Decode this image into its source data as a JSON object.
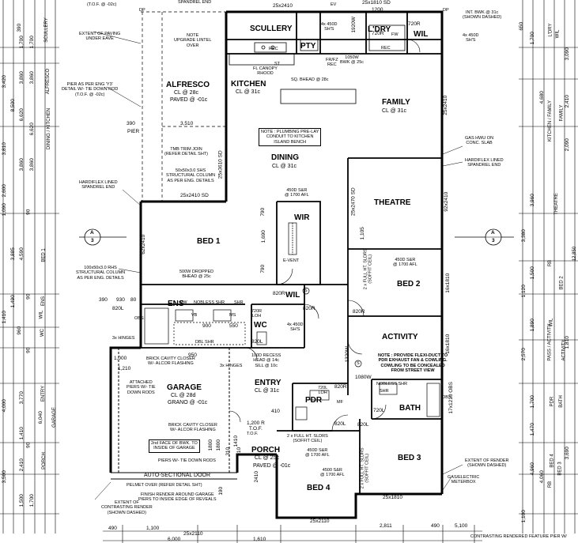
{
  "rooms": {
    "scullery": {
      "name": "SCULLERY"
    },
    "pty": {
      "name": "PTY"
    },
    "ldry": {
      "name": "L'DRY"
    },
    "wil_top": {
      "name": "WIL"
    },
    "alfresco": {
      "name": "ALFRESCO",
      "cl": "CL @ 28c",
      "finish": "PAVED @ -01c"
    },
    "kitchen": {
      "name": "KITCHEN",
      "cl": "CL @ 31c"
    },
    "family": {
      "name": "FAMILY",
      "cl": "CL @ 31c"
    },
    "dining": {
      "name": "DINING",
      "cl": "CL @ 31c"
    },
    "theatre": {
      "name": "THEATRE"
    },
    "bed1": {
      "name": "BED 1"
    },
    "wir": {
      "name": "WIR"
    },
    "bed2": {
      "name": "BED 2"
    },
    "ens": {
      "name": "ENS"
    },
    "wil_mid": {
      "name": "WIL"
    },
    "wc": {
      "name": "WC"
    },
    "activity": {
      "name": "ACTIVITY"
    },
    "garage": {
      "name": "GARAGE",
      "cl": "CL @ 28d",
      "finish": "GRANO @ -01c"
    },
    "entry": {
      "name": "ENTRY",
      "cl": "CL @ 31c"
    },
    "pdr": {
      "name": "PDR"
    },
    "bath": {
      "name": "BATH"
    },
    "porch": {
      "name": "PORCH",
      "cl": "CL @ 25c",
      "finish": "PAVED @ -01c"
    },
    "bed4": {
      "name": "BED 4"
    },
    "bed3": {
      "name": "BED 3"
    }
  },
  "notes": {
    "tof_top": "(T.O.F. @ -02c)",
    "spandrel_top": "SPANDREL END",
    "extent_paving": "EXTENT OF PAVING\nUNDER EAVE",
    "upgrade_lintel": "NOTE\nUPGRADE LINTEL\nOVER",
    "pier_eng": "PIER AS PER ENG 'Y3'\nDETAIL W/- TIE DOWN ROD\n(T.O.F. @ -02c)",
    "pier": "PIER",
    "tmb_trim": "TMB TRIM JOIN\n(REFER DETAIL SHT)",
    "shs_column": "50x50x3.0 SHS\nSTRUCTURAL COLUMN\nAS PER ENG. DETAILS",
    "hardiflex_left": "HARDIFLEX LINED\nSPANDREL END",
    "rhs_column": "100x50x3.0 RHS\nSTRUCTURAL COLUMN\nAS PER ENG. DETAILS",
    "dropped_bhead": "500W DROPPED\nBHEAD @ 25c",
    "plumbing": "NOTE : PLUMBING PRE-LAY\nCONDUIT TO KITCHEN\nISLAND BENCH",
    "fl_canopy": "FL CANOPY\nRHOOD",
    "sq_bhead": "SQ. BHEAD @ 28c",
    "bwk_1050": "1050W\nBWK @ 25c",
    "int_bwk": "INT. BWK @ 31c\n(SHOWN DASHED)",
    "shs_450d_top": "4x 450D\nSH'S",
    "shs_450d_right": "4x 450D\nSH'S",
    "shs_450d_wil": "4x 450D\nSH'S",
    "gas_hwu": "GAS HWU ON\nCONC. SLAB",
    "hardiflex_right": "HARDIFLEX LINED\nSPANDREL END",
    "sr_450d_wir": "450D S&R\n@ 1700 AFL",
    "sr_450d_bed2": "450D S&R\n@ 1700 AFL",
    "sldrs_bed2": "2 x FULL HT. SLDRS\n(SOFFIT CEIL)",
    "e_vent": "E-VENT",
    "exhaust": "NOTE : PROVIDE FLEXI-DUCT TO\nPDR EXHAUST FAN & COWLING.\nCOWLING TO BE CONCEALED\nFROM STREET VIEW",
    "brick_closer_1": "BRICK CAVITY CLOSER\nW/- ALCOR FLASHING",
    "hinges_3x_left": "3x HINGES",
    "hinges_3x": "3x HINGES",
    "recess_head": "100D RECESS\nHEAD @ 14c\nSILL @ 10c",
    "attached_piers": "ATTACHED\nPIERS W/- TIE\nDOWN RODS",
    "brick_closer_2": "BRICK CAVITY CLOSER\nW/- ALCOR FLASHING",
    "second_face": "2nd FACE OF BWK. TO\nINSIDE OF GARAGE",
    "piers_tie": "PIERS W/- TIE DOWN RODS",
    "auto_door": "AUTO-SECTIONAL DOOR",
    "pelmet": "PELMET OVER (REFER DETAIL SHT)",
    "finish_render": "FINISH RENDER AROUND GARAGE\nPIERS TO INSIDE EDGE OF REVEALS",
    "extent_contrast_left": "EXTENT OF\nCONTRASTING RENDER\n(SHOWN DASHED)",
    "sldrs_porch": "2 x FULL HT. SLDRS\n(SOFFIT CEIL)",
    "sr_450d_porch": "450D S&R\n@ 1700 AFL",
    "sr_4500_bed4": "4500 S&R\n@ 1700 AFL",
    "sldrs_bed3": "2 x FULL HT. SLDRS\n(SOFFIT CEIL)",
    "extent_render_right": "EXTENT OF RENDER\n(SHOWN DASHED)",
    "gas_meter": "GAS/ELECTRIC\nMETERBOX",
    "contrast_bottom": "CONTRASTING RENDERED FEATURE PIER W/",
    "tof": "T.O.F.",
    "dbl_shr": "DBL SHR",
    "shr_left": "SHR",
    "shr_right": "SHR",
    "fw": "FW",
    "noless_shr": "NOBLESS SHR",
    "noless_bath": "NOBLESS SHR",
    "obs_left": "OBS",
    "obs_right": "OBS",
    "dp_top": "DP",
    "dp_top2": "DP",
    "ev": "EV",
    "frfz": "FR/FZ\nREC",
    "rec1": "REC",
    "rec2": "REC",
    "st": "ST",
    "fw_ldry": "FW",
    "mf": "MF",
    "v_lbl": "VB",
    "ms": "MS",
    "wil_lh": "720R\nLOH",
    "pdr_lh": "720L\nLOH",
    "s_symbol": "S",
    "s_symbol2": "S"
  },
  "dims": {
    "top_25x2410": "25x2410",
    "top_25x1810": "25x1810 SD",
    "top_1200": "1200",
    "top_720r": "720R",
    "d720r_ldry": "720R",
    "d_1920w": "1920W",
    "d_3510": "3,510",
    "d_390_top": "390",
    "d_390_mid": "390",
    "d_930": "930",
    "d_80": "80",
    "d_25x2410sd": "25x2410 SD",
    "d_25x3610sd": "25x3610 SD",
    "d_25x2410_right": "25x2410",
    "d_25x2470sd": "25x2470 SD",
    "d_92x2410": "92x2410",
    "d_16x1810_a": "16x1810",
    "d_16x1810_b": "16x1810",
    "d_17x1210": "17x1210 OBS",
    "d_1105": "1,105",
    "d_790_a": "790",
    "d_1690": "1,690",
    "d_790_b": "790",
    "d_620_2410": "62x2410",
    "d_820r_a": "820R",
    "d_820r_b": "820R",
    "d_820r_c": "820R",
    "d_820l_a": "820L",
    "d_820l_b": "820L",
    "d_820l_c": "820L",
    "d_820l_d": "820L",
    "d_820r_d": "820R",
    "d_720l": "720L",
    "d_1080w": "1080W",
    "d_1320w": "1320W",
    "d_900": "900",
    "d_550": "550",
    "d_950": "950",
    "d_1000": "1,000",
    "d_1210": "1,210",
    "d_1200_tof": "1,200 R\nT.O.F.",
    "d_410": "410",
    "d_1410_a": "1410",
    "d_2410": "2410",
    "d_25x2110": "25x2110",
    "d_25x1810_bot": "25x1810",
    "d_25x2110_b": "25x2110",
    "d_490_left": "490",
    "d_1100": "1,100",
    "d_2811": "2,811",
    "d_490_right": "490",
    "d_5100": "5,100",
    "d_6000": "6,000",
    "d_1610": "1,610",
    "d_190": "190",
    "d_310": "310",
    "d_910": "910",
    "d_1800_a": "1800",
    "d_1800_b": "1800"
  },
  "left_dims": {
    "col1": [
      "390",
      "1,700",
      "3,860",
      "3,420",
      "8,500",
      "6,620",
      "3,810",
      "3,860",
      "1,090",
      "2,600",
      "3,885",
      "4,590",
      "1,490",
      "1,410",
      "960",
      "4,000",
      "3,770",
      "6,040",
      "1,410",
      "2,410",
      "3,500",
      "1,500",
      "1,700"
    ],
    "col2": [
      "1,700",
      "3,860",
      "6,620",
      "3,860",
      "90",
      "90",
      "90",
      "90"
    ],
    "labels": [
      "SCULLERY",
      "ALFRESCO",
      "DINING / KITCHEN",
      "BED 1",
      "WIL",
      "WC",
      "ENTRY",
      "GARAGE",
      "PORCH",
      "ENS"
    ]
  },
  "right_dims": {
    "col1": [
      "650",
      "1,700",
      "3,090",
      "4,680",
      "2,410",
      "2,090",
      "3,960",
      "3,380",
      "1,500",
      "1,120",
      "1,890",
      "1,810",
      "2,570",
      "1,700",
      "1,470",
      "4,960",
      "3,690",
      "4,060",
      "1,100"
    ],
    "labels": [
      "L'DRY",
      "WIL",
      "KITCHEN / FAMILY",
      "FAMILY",
      "THEATRE",
      "RB",
      "BED 2",
      "WIL",
      "PASS / ACTIVITY",
      "ACTIVITY",
      "BATH",
      "PDR",
      "BED 4",
      "RB",
      "BED 3",
      "12,850"
    ]
  },
  "section_markers": [
    {
      "letter": "A",
      "number": "3"
    },
    {
      "letter": "A",
      "number": "3"
    }
  ]
}
